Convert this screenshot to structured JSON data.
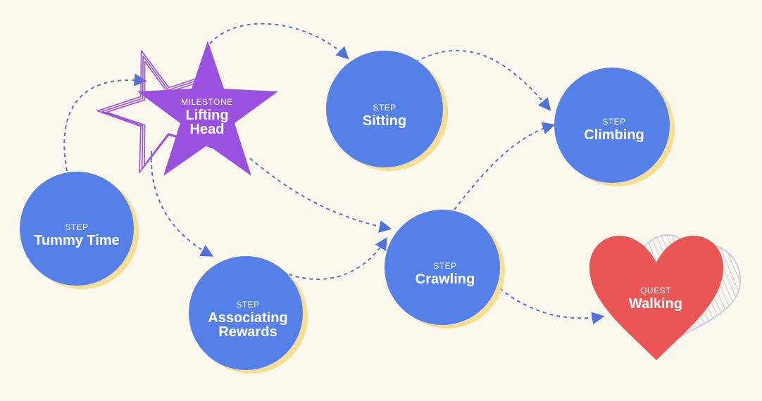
{
  "nodes": {
    "tummy_time": {
      "kind": "STEP",
      "title": "Tummy Time"
    },
    "lifting_head": {
      "kind": "MILESTONE",
      "title": "Lifting\nHead"
    },
    "sitting": {
      "kind": "STEP",
      "title": "Sitting"
    },
    "climbing": {
      "kind": "STEP",
      "title": "Climbing"
    },
    "associating_rewards": {
      "kind": "STEP",
      "title": "Associating\nRewards"
    },
    "crawling": {
      "kind": "STEP",
      "title": "Crawling"
    },
    "walking": {
      "kind": "QUEST",
      "title": "Walking"
    }
  },
  "colors": {
    "background": "#fdf9ef",
    "step": "#5580e8",
    "milestone": "#9b51e0",
    "quest": "#ea5656",
    "shadow": "#f6d77a",
    "arrow": "#4f72de",
    "sketch": "#c9cde3"
  },
  "edges": [
    {
      "from": "tummy_time",
      "to": "lifting_head"
    },
    {
      "from": "lifting_head",
      "to": "sitting"
    },
    {
      "from": "lifting_head",
      "to": "associating_rewards"
    },
    {
      "from": "lifting_head",
      "to": "crawling"
    },
    {
      "from": "sitting",
      "to": "climbing"
    },
    {
      "from": "associating_rewards",
      "to": "crawling"
    },
    {
      "from": "crawling",
      "to": "climbing"
    },
    {
      "from": "crawling",
      "to": "walking"
    }
  ]
}
